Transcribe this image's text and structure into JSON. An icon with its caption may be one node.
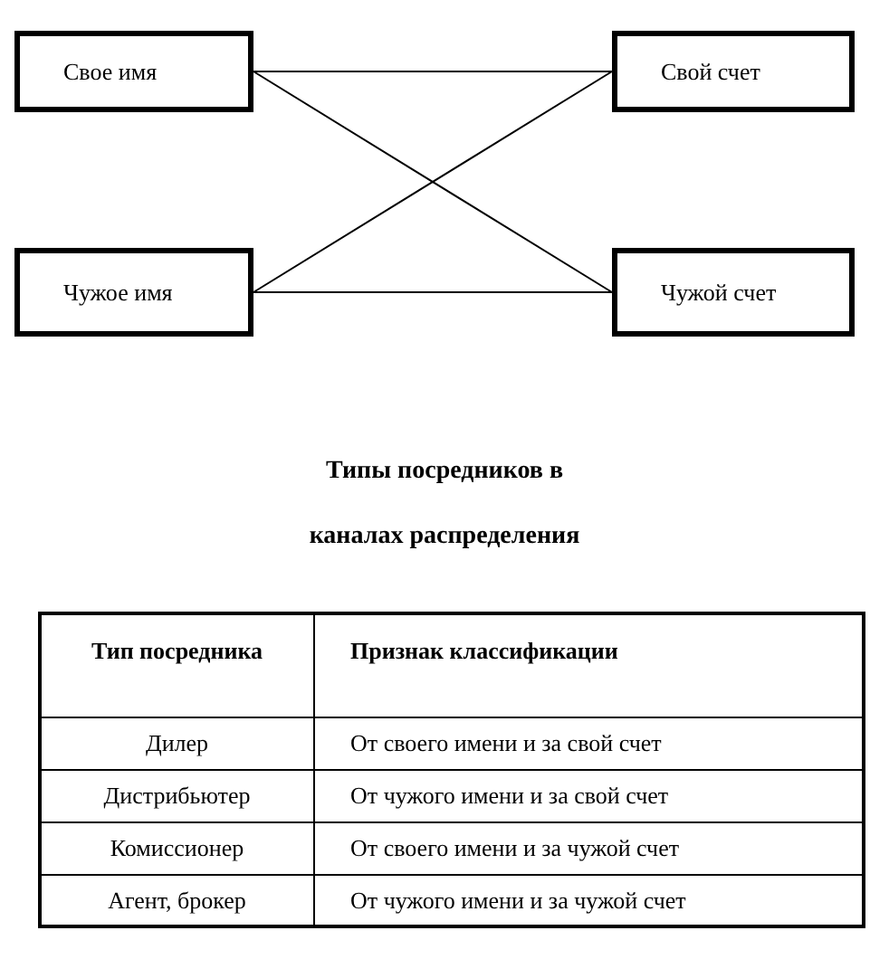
{
  "diagram": {
    "title": "Типы посредников в каналах распределения",
    "nodes": [
      {
        "text": [
          "Свое имя"
        ]
      },
      {
        "text": [
          "Свой счет"
        ]
      },
      {
        "text": [
          "Чужое имя"
        ]
      },
      {
        "text": [
          "Чужой счет"
        ]
      }
    ],
    "edges": [
      {
        "from": 0,
        "to": 1,
        "arrow": "none"
      },
      {
        "from": 0,
        "to": 3,
        "arrow": "none"
      },
      {
        "from": 2,
        "to": 1,
        "arrow": "none"
      },
      {
        "from": 2,
        "to": 3,
        "arrow": "none"
      }
    ],
    "labels": [
      "Тип посредника",
      "Признак классификации",
      "Дилер",
      "От своего имени и за свой счет",
      "Дистрибьютер",
      "От чужого имени и за свой счет",
      "Комиссионер",
      "От своего имени и за чужой счет",
      "Агент, брокер",
      "От чужого имени и за чужой счет"
    ]
  }
}
